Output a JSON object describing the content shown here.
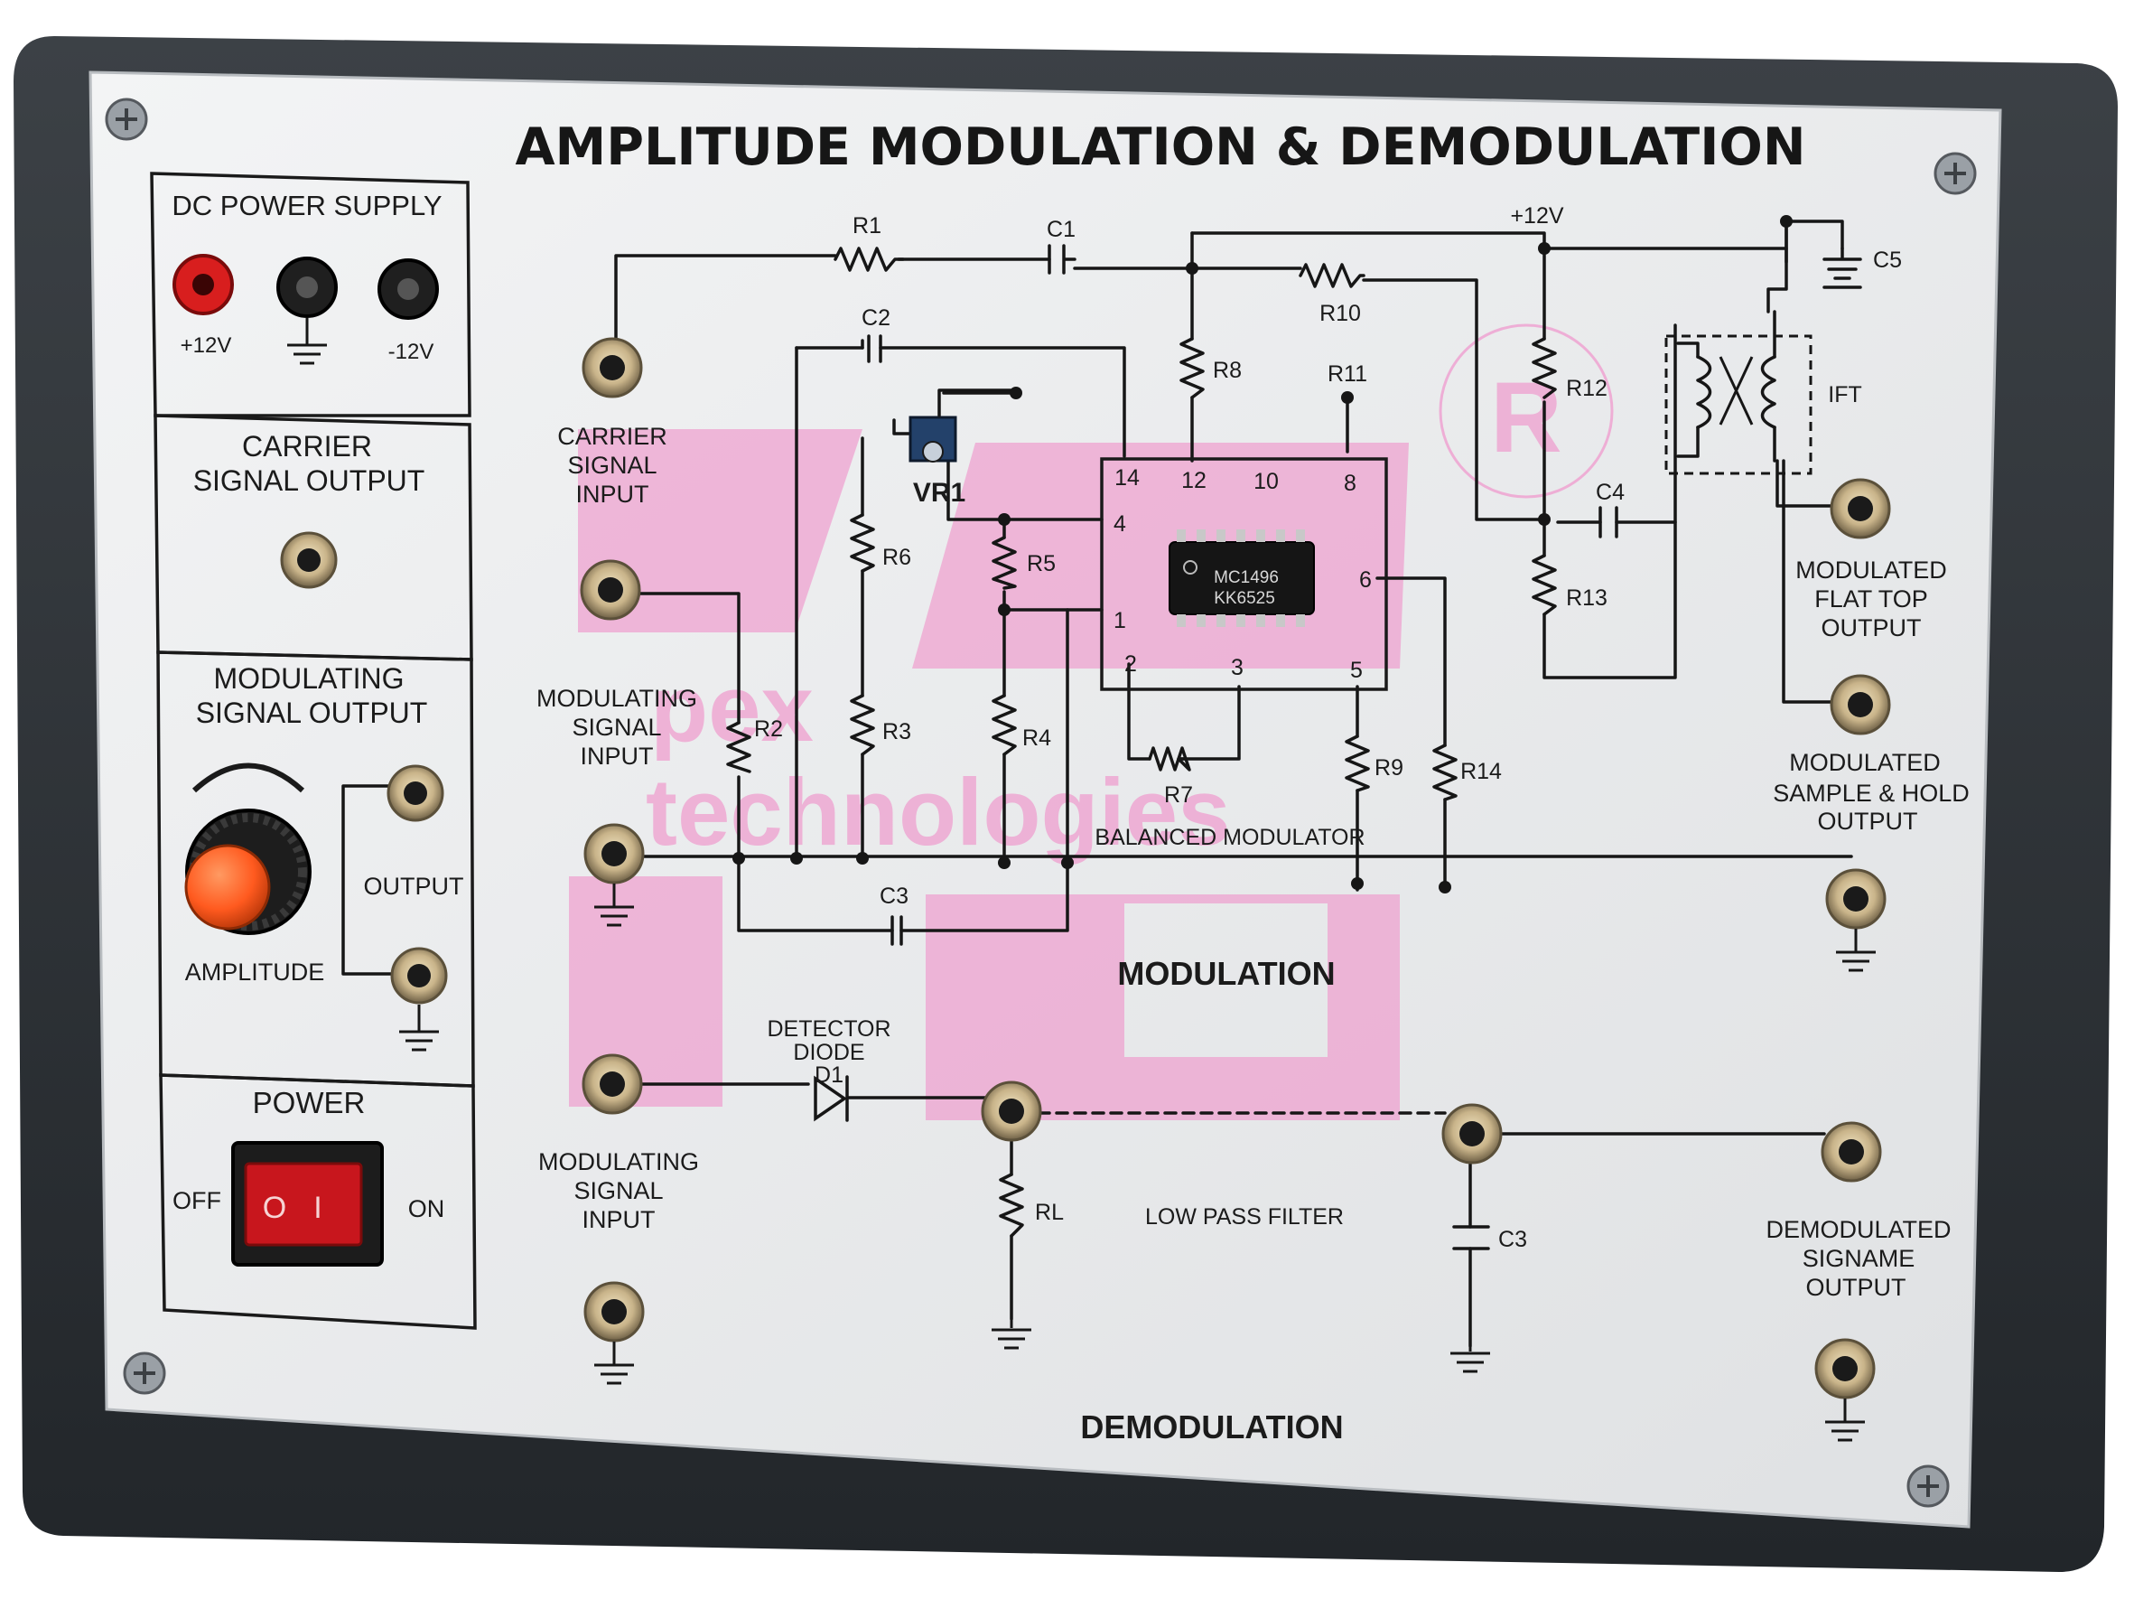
{
  "panel": {
    "title": "AMPLITUDE MODULATION & DEMODULATION",
    "section_modulation": "MODULATION",
    "section_demodulation": "DEMODULATION",
    "balanced_modulator": "BALANCED MODULATOR",
    "low_pass_filter": "LOW PASS FILTER"
  },
  "left_column": {
    "dc_supply": {
      "title": "DC POWER SUPPLY",
      "plus": "+12V",
      "minus": "-12V"
    },
    "carrier_output": {
      "line1": "CARRIER",
      "line2": "SIGNAL OUTPUT"
    },
    "modulating_output": {
      "line1": "MODULATING",
      "line2": "SIGNAL OUTPUT",
      "output": "OUTPUT",
      "amplitude": "AMPLITUDE"
    },
    "power": {
      "title": "POWER",
      "off": "OFF",
      "on": "ON",
      "switch_glyph_off": "O",
      "switch_glyph_on": "I"
    }
  },
  "labels": {
    "carrier_input": [
      "CARRIER",
      "SIGNAL",
      "INPUT"
    ],
    "modulating_input_top": [
      "MODULATING",
      "SIGNAL",
      "INPUT"
    ],
    "modulating_input_bottom": [
      "MODULATING",
      "SIGNAL",
      "INPUT"
    ],
    "modulated_flat_top": [
      "MODULATED",
      "FLAT TOP",
      "OUTPUT"
    ],
    "modulated_sample_hold": [
      "MODULATED",
      "SAMPLE & HOLD",
      "OUTPUT"
    ],
    "demodulated": [
      "DEMODULATED",
      "SIGNAME",
      "OUTPUT"
    ],
    "detector": [
      "DETECTOR",
      "DIODE",
      "D1"
    ]
  },
  "components": {
    "R1": "R1",
    "R2": "R2",
    "R3": "R3",
    "R4": "R4",
    "R5": "R5",
    "R6": "R6",
    "R7": "R7",
    "R8": "R8",
    "R9": "R9",
    "R10": "R10",
    "R11": "R11",
    "R12": "R12",
    "R13": "R13",
    "R14": "R14",
    "RL": "RL",
    "C1": "C1",
    "C2": "C2",
    "C3": "C3",
    "C3b": "C3",
    "C4": "C4",
    "C5": "C5",
    "VR1": "VR1",
    "IFT": "IFT",
    "supply": "+12V"
  },
  "ic": {
    "line1": "MC1496",
    "line2": "KK6525",
    "pins": {
      "p14": "14",
      "p12": "12",
      "p10": "10",
      "p8": "8",
      "p4": "4",
      "p1": "1",
      "p6": "6",
      "p2": "2",
      "p3": "3",
      "p5": "5"
    }
  },
  "watermark": {
    "line1": "pex",
    "line2": "technologies",
    "registered": "R"
  },
  "colors": {
    "enclosure": "#2e3236",
    "panel": "#e9eaec",
    "ink": "#161616",
    "watermark": "#ef9fcf",
    "terminal_red": "#d81e1e",
    "switch_red": "#c8161d",
    "knob_orange": "#ff5a1f"
  }
}
